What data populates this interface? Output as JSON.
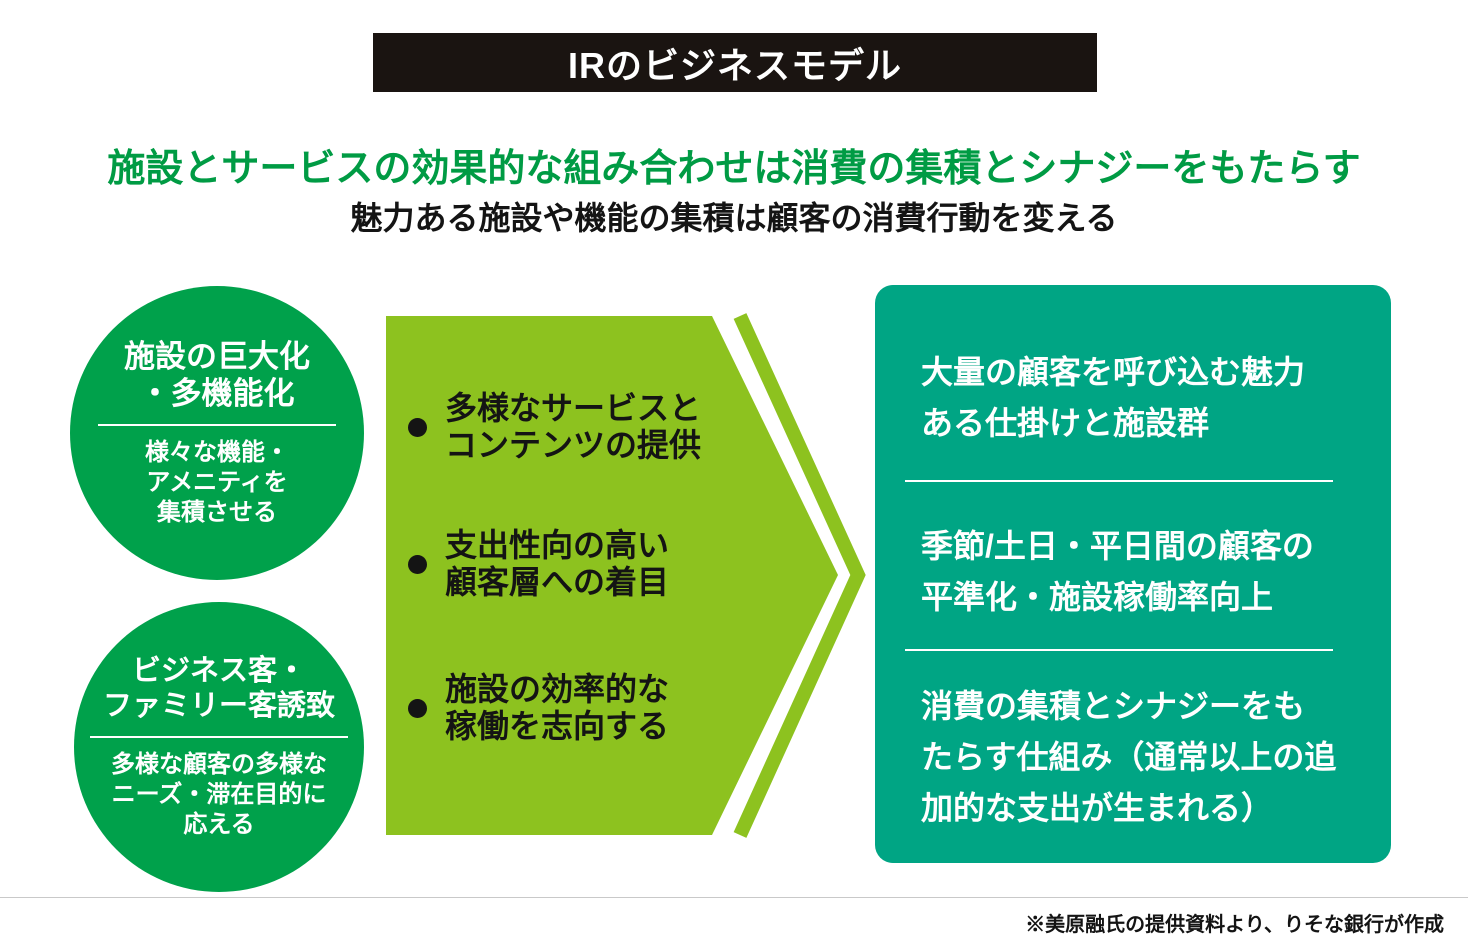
{
  "banner": {
    "title": "IRのビジネスモデル"
  },
  "heading": {
    "main": "施設とサービスの効果的な組み合わせは消費の集積とシナジーをもたらす",
    "sub": "魅力ある施設や機能の集積は顧客の消費行動を変える"
  },
  "circles": [
    {
      "title": "施設の巨大化\n・多機能化",
      "desc": "様々な機能・\nアメニティを\n集積させる"
    },
    {
      "title": "ビジネス客・\nファミリー客誘致",
      "desc": "多様な顧客の多様な\nニーズ・滞在目的に\n応える"
    }
  ],
  "arrow": {
    "items": [
      {
        "text": "多様なサービスと\nコンテンツの提供"
      },
      {
        "text": "支出性向の高い\n顧客層への着目"
      },
      {
        "text": "施設の効率的な\n稼働を志向する"
      }
    ]
  },
  "result_box": {
    "items": [
      {
        "text": "大量の顧客を呼び込む魅力\nある仕掛けと施設群"
      },
      {
        "text": "季節/土日・平日間の顧客の\n平準化・施設稼働率向上"
      },
      {
        "text": "消費の集積とシナジーをも\nたらす仕組み（通常以上の追\n加的な支出が生まれる）"
      }
    ]
  },
  "footnote": "※美原融氏の提供資料より、りそな銀行が作成",
  "colors": {
    "banner_bg": "#1a1411",
    "heading_green": "#009b44",
    "circle_green": "#00a14b",
    "arrow_green": "#8dc21f",
    "box_teal": "#00a584"
  }
}
